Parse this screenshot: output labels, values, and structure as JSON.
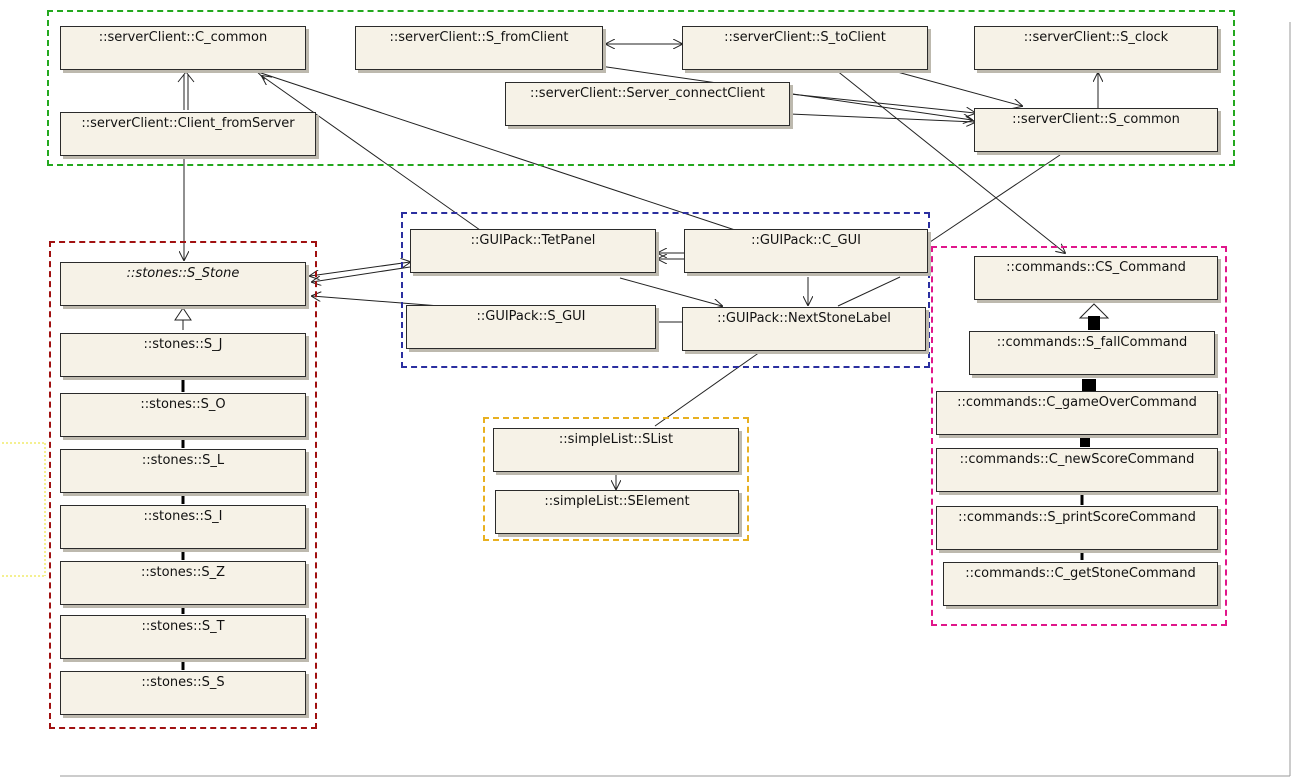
{
  "colors": {
    "serverClient": "#23a81e",
    "gui": "#2b2fa0",
    "stones": "#a01010",
    "simpleList": "#e8b020",
    "commands": "#e0168a",
    "yellowDotted": "#e8e020"
  },
  "classes": {
    "c_common": "::serverClient::C_common",
    "s_fromClient": "::serverClient::S_fromClient",
    "s_toClient": "::serverClient::S_toClient",
    "s_clock": "::serverClient::S_clock",
    "server_connectClient": "::serverClient::Server_connectClient",
    "client_fromServer": "::serverClient::Client_fromServer",
    "s_common": "::serverClient::S_common",
    "tetPanel": "::GUIPack::TetPanel",
    "c_gui": "::GUIPack::C_GUI",
    "s_gui": "::GUIPack::S_GUI",
    "nextStoneLabel": "::GUIPack::NextStoneLabel",
    "s_stone": "::stones::S_Stone",
    "s_j": "::stones::S_J",
    "s_o": "::stones::S_O",
    "s_l": "::stones::S_L",
    "s_i": "::stones::S_I",
    "s_z": "::stones::S_Z",
    "s_t": "::stones::S_T",
    "s_s": "::stones::S_S",
    "slist": "::simpleList::SList",
    "selement": "::simpleList::SElement",
    "cs_command": "::commands::CS_Command",
    "s_fallCommand": "::commands::S_fallCommand",
    "c_gameOverCommand": "::commands::C_gameOverCommand",
    "c_newScoreCommand": "::commands::C_newScoreCommand",
    "s_printScoreCommand": "::commands::S_printScoreCommand",
    "c_getStoneCommand": "::commands::C_getStoneCommand"
  }
}
